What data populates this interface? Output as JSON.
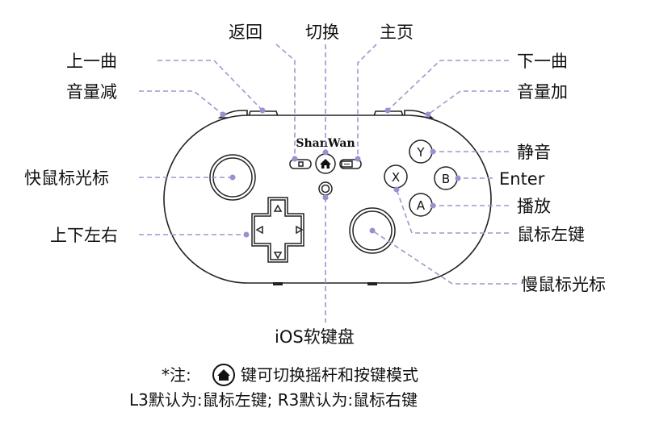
{
  "labels": {
    "back": "返回",
    "switch": "切换",
    "home": "主页",
    "prev_track": "上一曲",
    "volume_down": "音量减",
    "next_track": "下一曲",
    "volume_up": "音量加",
    "mute": "静音",
    "enter": "Enter",
    "play": "播放",
    "left_click": "鼠标左键",
    "slow_cursor": "慢鼠标光标",
    "fast_cursor": "快鼠标光标",
    "dpad": "上下左右",
    "ios_keyboard": "iOS软键盘"
  },
  "controller": {
    "brand": "ShanWan",
    "buttons": {
      "y": "Y",
      "b": "B",
      "x": "X",
      "a": "A"
    }
  },
  "note": {
    "prefix": "*注:",
    "line1_rest": "键可切换摇杆和按键模式",
    "line2": "L3默认为:鼠标左键; R3默认为:鼠标右键"
  },
  "colors": {
    "leader": "#a096cc",
    "dot": "#9d8fcf"
  }
}
